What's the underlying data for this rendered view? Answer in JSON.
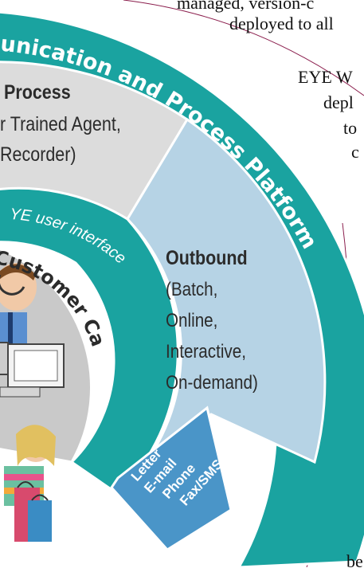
{
  "page_text": {
    "line1": "managed,  version-c",
    "line2": "deployed to all",
    "line3": "EYE     W",
    "line4": "depl",
    "line5": "to",
    "line6": "c",
    "line7": "be"
  },
  "diagram": {
    "outer_ring_title": "unication and Process Platform",
    "user_interface_label": "YE user interface",
    "customer_case_label": "Customer Case",
    "process_title": "Process",
    "process_line1": "r Trained Agent,",
    "process_line2": "Recorder)",
    "outbound_title": "Outbound",
    "outbound_lines": [
      "(Batch,",
      "Online,",
      "Interactive,",
      "On-demand)"
    ],
    "channels": [
      "Letter",
      "E-mail",
      "Phone",
      "Fax/SMS"
    ]
  },
  "colors": {
    "teal_ring": "#1aa3a0",
    "process_band": "#dcdcdc",
    "outbound_band": "#b6d3e5",
    "inner_ring": "#1aa3a0",
    "customer_disc": "#c9c9c9",
    "channel_badge": "#4a95c8",
    "divider_line": "#8a1d4c"
  }
}
